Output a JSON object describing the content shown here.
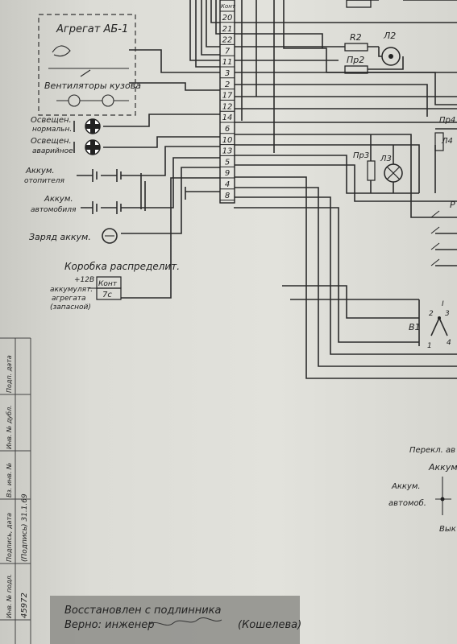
{
  "sheet": {
    "agregat_label": "Агрегат АБ-1",
    "ventilators_label": "Вентиляторы кузова",
    "light_normal_label": [
      "Освещен.",
      "нормальн."
    ],
    "light_emergency_label": [
      "Освещен.",
      "аварийное"
    ],
    "akk_heater_label": [
      "Аккум.",
      "отопителя"
    ],
    "akk_car_label": [
      "Аккум.",
      "автомобиля"
    ],
    "charge_label": "Заряд аккум.",
    "box_title": "Коробка распределит.",
    "plus_label": "+12В",
    "akk_agregat_label": [
      "аккумулят.",
      "агрегата",
      "(запасной)"
    ],
    "kont_label": "Конт",
    "pin_7c": "7с",
    "terminal_header": "Конт",
    "terminal_numbers": [
      "20",
      "21",
      "22",
      "7",
      "11",
      "3",
      "2",
      "17",
      "12",
      "14",
      "6",
      "10",
      "13",
      "5",
      "9",
      "4",
      "8"
    ],
    "r2_label": "R2",
    "l2_label": "Л2",
    "pr2_label": "Пр2",
    "pr4_label": "Пр4",
    "l4_label": "Л4",
    "pr3_label": "Пр3",
    "l3_label": "Л3",
    "r_label": "Р",
    "v1_label": "В1",
    "switch_pins": [
      "2",
      "I",
      "3",
      "1",
      "4"
    ],
    "perekl_label": "Перекл. ав",
    "akkum_label": "Аккум.",
    "akkum_avtomob_label": [
      "Аккум.",
      "автомоб."
    ],
    "vyk_label": "Вык",
    "stamp_cols": [
      "Инв. № подл.",
      "Подпись, дата",
      "Вз. инв. №",
      "Инв. № дубл.",
      "Подп. дата"
    ],
    "stamp_values": [
      "45972",
      "(Подпись) 31.1.69"
    ],
    "restored_line1": "Восстановлен с подлинника",
    "restored_line2": "Верно: инженер",
    "signature_name": "(Кошелева)"
  }
}
